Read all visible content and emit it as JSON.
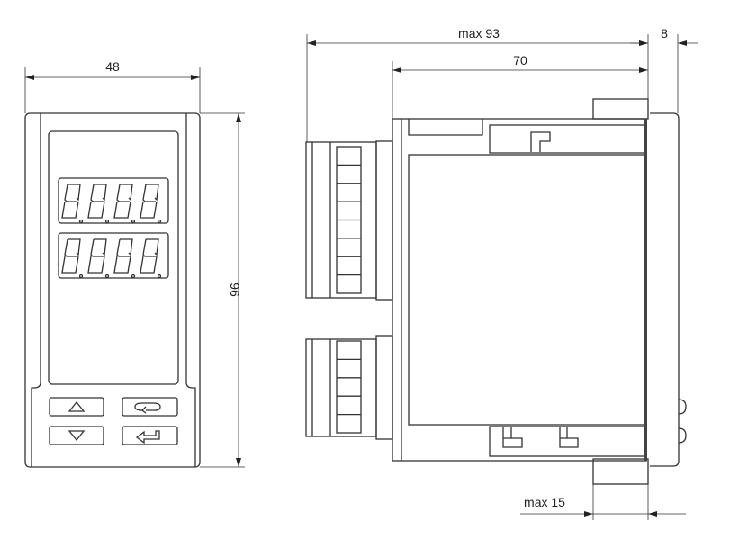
{
  "front_view": {
    "width_label": "48",
    "height_label": "96",
    "buttons": [
      {
        "icon": "up-arrow-icon"
      },
      {
        "icon": "cycle-icon"
      },
      {
        "icon": "down-arrow-icon"
      },
      {
        "icon": "enter-icon"
      }
    ]
  },
  "side_view": {
    "max_depth_label": "max 93",
    "depth_label": "70",
    "bezel_label": "8",
    "panel_label": "max 15"
  }
}
